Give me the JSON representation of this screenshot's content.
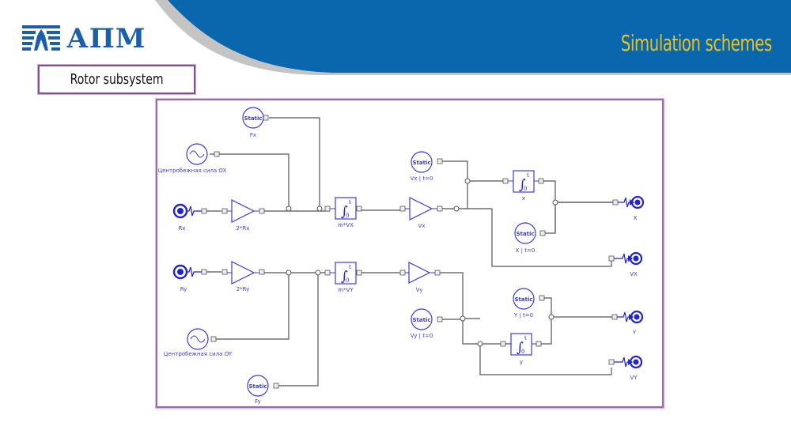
{
  "header": {
    "logo_text": "АПМ",
    "title": "Simulation schemes",
    "colors": {
      "banner": "#0a67ad",
      "banner_shadow": "#c4c4c4",
      "title": "#e8c21a",
      "logo": "#1b5fa8"
    }
  },
  "subtitle": "Rotor subsystem",
  "diagram": {
    "colors": {
      "block": "#3b3bd6",
      "wire": "#555555",
      "frame": "#9c6aa8"
    },
    "blocks": [
      {
        "id": "Fx",
        "type": "static",
        "text": "Static",
        "label": "Fx"
      },
      {
        "id": "cfx",
        "type": "sine",
        "label": "Центробежная сила OX"
      },
      {
        "id": "Rx",
        "type": "sensor-in",
        "label": "Rx"
      },
      {
        "id": "g2Rx",
        "type": "gain",
        "label": "2*Rx"
      },
      {
        "id": "intVX",
        "type": "integrator",
        "label": "m*VX"
      },
      {
        "id": "gVx",
        "type": "gain",
        "label": "Vx"
      },
      {
        "id": "Vx0",
        "type": "static",
        "text": "Static",
        "label": "Vx | t=0"
      },
      {
        "id": "intx",
        "type": "integrator",
        "label": "x"
      },
      {
        "id": "X0",
        "type": "static",
        "text": "Static",
        "label": "X | t=0"
      },
      {
        "id": "outX",
        "type": "sensor-out",
        "label": "X"
      },
      {
        "id": "outVX",
        "type": "sensor-out",
        "label": "VX"
      },
      {
        "id": "Ry",
        "type": "sensor-in",
        "label": "Ry"
      },
      {
        "id": "g2Ry",
        "type": "gain",
        "label": "2*Ry"
      },
      {
        "id": "intVY",
        "type": "integrator",
        "label": "m*VY"
      },
      {
        "id": "gVy",
        "type": "gain",
        "label": "Vy"
      },
      {
        "id": "Vy0",
        "type": "static",
        "text": "Static",
        "label": "Vy | t=0"
      },
      {
        "id": "Y0",
        "type": "static",
        "text": "Static",
        "label": "Y | t=0"
      },
      {
        "id": "inty",
        "type": "integrator",
        "label": "y"
      },
      {
        "id": "outY",
        "type": "sensor-out",
        "label": "Y"
      },
      {
        "id": "outVY",
        "type": "sensor-out",
        "label": "VY"
      },
      {
        "id": "cfy",
        "type": "sine",
        "label": "Центробежная сила OY"
      },
      {
        "id": "Fy",
        "type": "static",
        "text": "Static",
        "label": "Fy"
      }
    ],
    "integrator_symbol": {
      "sign": "∫",
      "lower": "0",
      "upper": "t"
    }
  }
}
